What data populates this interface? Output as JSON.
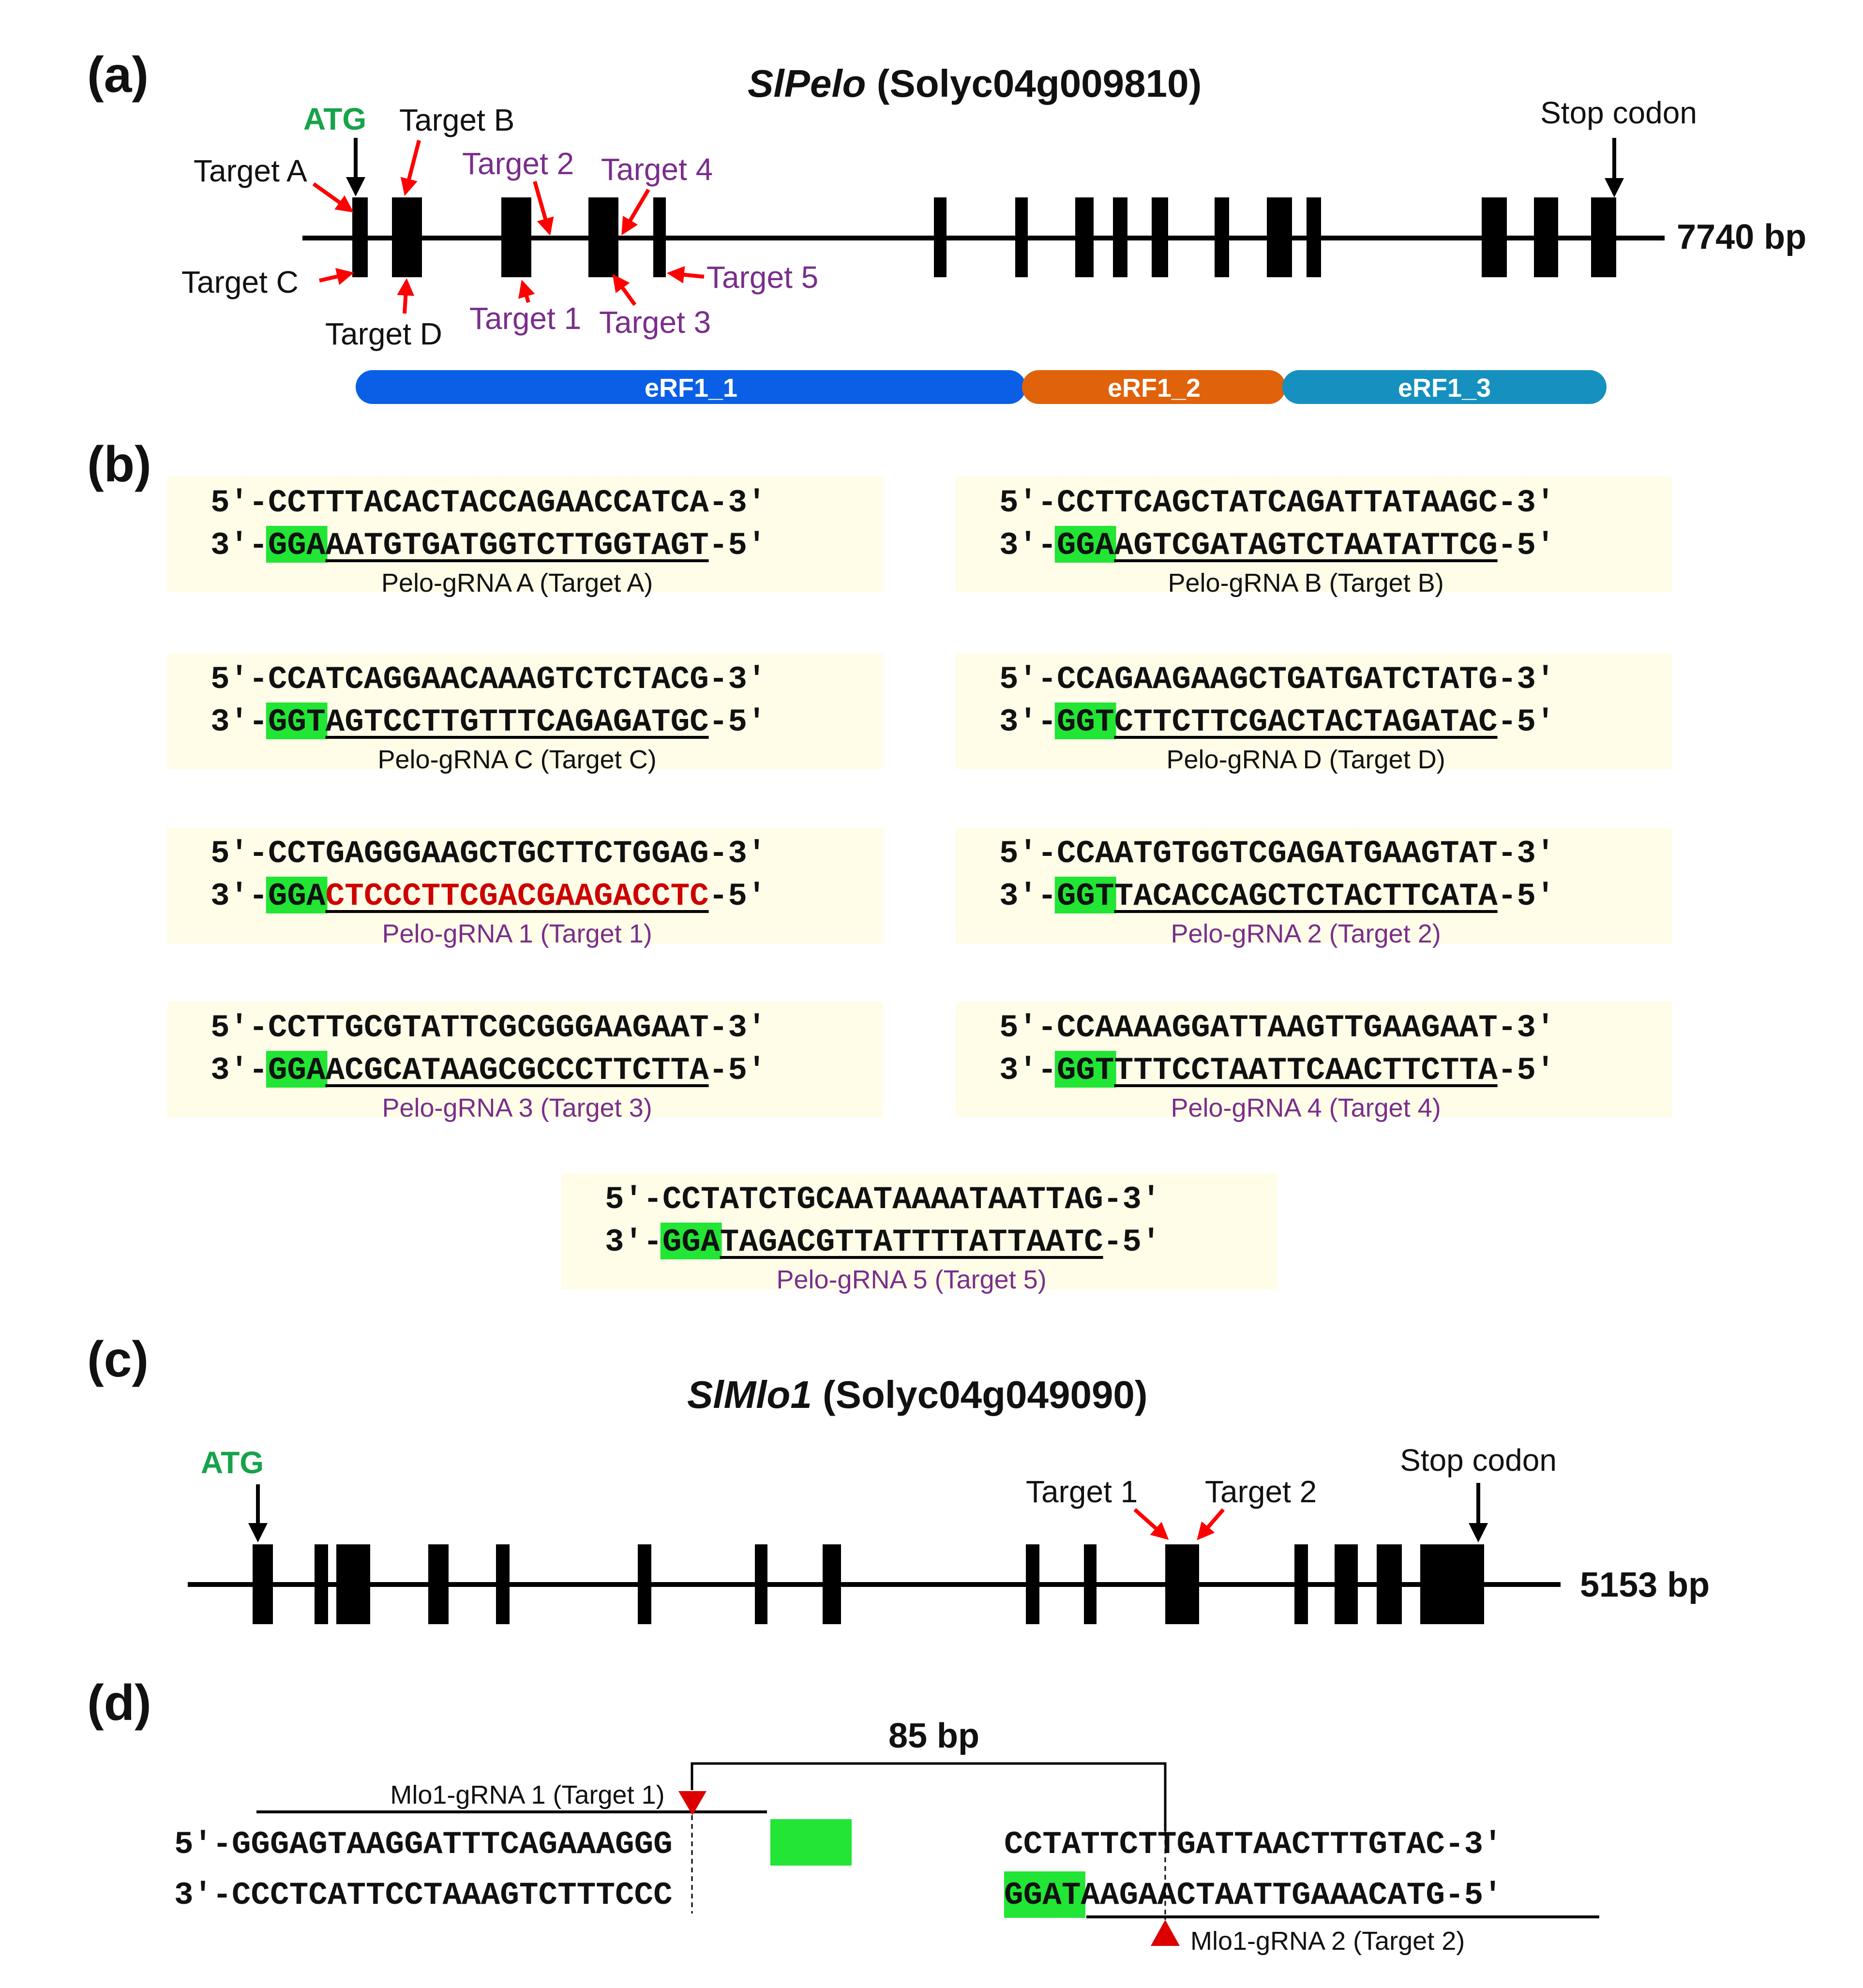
{
  "colors": {
    "black": "#000000",
    "green_text": "#16a34a",
    "purple_text": "#7a2e8c",
    "red_arrow": "#ff0000",
    "red_seq": "#cc0000",
    "pam_highlight": "#22e535",
    "box_bg": "#fffde8",
    "domain1": "#0a5fe6",
    "domain2": "#e0620a",
    "domain3": "#1590bf"
  },
  "panel_a": {
    "label": "(a)",
    "gene_italic": "SlPelo",
    "gene_id": " (Solyc04g009810)",
    "atg": "ATG",
    "stop": "Stop codon",
    "length": "7740 bp",
    "targets": {
      "a": "Target A",
      "b": "Target B",
      "c": "Target C",
      "d": "Target D",
      "t1": "Target 1",
      "t2": "Target 2",
      "t3": "Target 3",
      "t4": "Target 4",
      "t5": "Target 5"
    },
    "domains": [
      "eRF1_1",
      "eRF1_2",
      "eRF1_3"
    ]
  },
  "panel_b": {
    "label": "(b)",
    "grnas": [
      {
        "top": "5′-CCTTTACACTACCAGAACCATCA-3′",
        "bot_pre": "3′-",
        "pam": "GGA",
        "target": "AATGTGATGGTCTTGGTAGT",
        "bot_suf": "-5′",
        "caption": "Pelo-gRNA A (Target A)",
        "purple": false,
        "red": false
      },
      {
        "top": "5′-CCTTCAGCTATCAGATTATAAGC-3′",
        "bot_pre": "3′-",
        "pam": "GGA",
        "target": "AGTCGATAGTCTAATATTCG",
        "bot_suf": "-5′",
        "caption": "Pelo-gRNA B (Target B)",
        "purple": false,
        "red": false
      },
      {
        "top": "5′-CCATCAGGAACAAAGTCTCTACG-3′",
        "bot_pre": "3′-",
        "pam": "GGT",
        "target": "AGTCCTTGTTTCAGAGATGC",
        "bot_suf": "-5′",
        "caption": "Pelo-gRNA C (Target C)",
        "purple": false,
        "red": false
      },
      {
        "top": "5′-CCAGAAGAAGCTGATGATCTATG-3′",
        "bot_pre": "3′-",
        "pam": "GGT",
        "target": "CTTCTTCGACTACTAGATAC",
        "bot_suf": "-5′",
        "caption": "Pelo-gRNA D (Target D)",
        "purple": false,
        "red": false
      },
      {
        "top": "5′-CCTGAGGGAAGCTGCTTCTGGAG-3′",
        "bot_pre": "3′-",
        "pam": "GGA",
        "target": "CTCCCTTCGACGAAGACCTC",
        "bot_suf": "-5′",
        "caption": "Pelo-gRNA 1 (Target 1)",
        "purple": true,
        "red": true
      },
      {
        "top": "5′-CCAATGTGGTCGAGATGAAGTAT-3′",
        "bot_pre": "3′-",
        "pam": "GGT",
        "target": "TACACCAGCTCTACTTCATA",
        "bot_suf": "-5′",
        "caption": "Pelo-gRNA 2 (Target 2)",
        "purple": true,
        "red": false
      },
      {
        "top": "5′-CCTTGCGTATTCGCGGGAAGAAT-3′",
        "bot_pre": "3′-",
        "pam": "GGA",
        "target": "ACGCATAAGCGCCCTTCTTA",
        "bot_suf": "-5′",
        "caption": "Pelo-gRNA 3 (Target 3)",
        "purple": true,
        "red": false
      },
      {
        "top": "5′-CCAAAAGGATTAAGTTGAAGAAT-3′",
        "bot_pre": "3′-",
        "pam": "GGT",
        "target": "TTTCCTAATTCAACTTCTTA",
        "bot_suf": "-5′",
        "caption": "Pelo-gRNA 4 (Target 4)",
        "purple": true,
        "red": false
      },
      {
        "top": "5′-CCTATCTGCAATAAAATAATTAG-3′",
        "bot_pre": "3′-",
        "pam": "GGA",
        "target": "TAGACGTTATTTTATTAATC",
        "bot_suf": "-5′",
        "caption": "Pelo-gRNA 5 (Target 5)",
        "purple": true,
        "red": false
      }
    ]
  },
  "panel_c": {
    "label": "(c)",
    "gene_italic": "SlMlo1",
    "gene_id": " (Solyc04g049090)",
    "atg": "ATG",
    "stop": "Stop codon",
    "length": "5153 bp",
    "target1": "Target 1",
    "target2": "Target 2"
  },
  "panel_d": {
    "label": "(d)",
    "distance": "85 bp",
    "grna1_caption": "Mlo1-gRNA 1 (Target 1)",
    "grna2_caption": "Mlo1-gRNA 2 (Target 2)",
    "left_top_prefix": "5′-",
    "left_top_seq": "GGGAGTAAGGATTTCAGAAA",
    "left_top_pam": "GGG",
    "left_bot": "3′-CCCTCATTCCTAAAGTCTTTCCC",
    "right_top": "CCTATTCTTGATTAACTTTGTAC-3′",
    "right_bot_pam": "GGA",
    "right_bot_seq": "TAAGAACTAATTGAAACATG",
    "right_bot_suffix": "-5′"
  }
}
